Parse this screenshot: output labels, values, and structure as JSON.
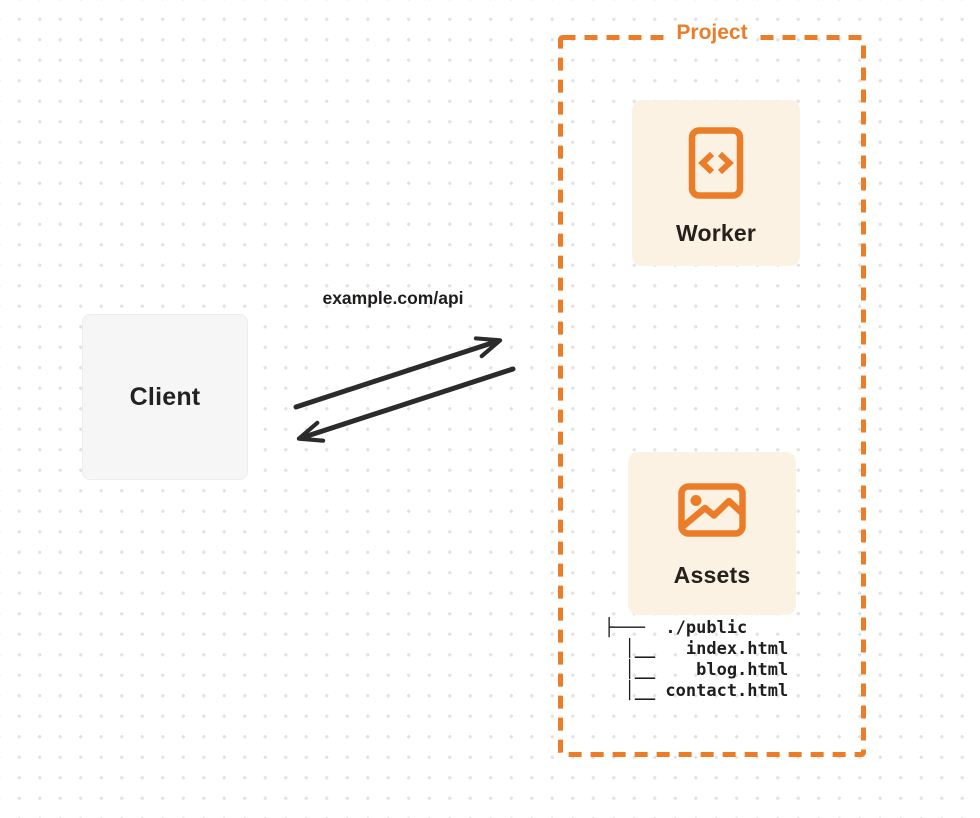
{
  "client": {
    "label": "Client"
  },
  "connection": {
    "label": "example.com/api"
  },
  "project": {
    "label": "Project",
    "worker": {
      "label": "Worker",
      "icon": "code-file-icon"
    },
    "assets": {
      "label": "Assets",
      "icon": "image-icon"
    },
    "file_tree": {
      "root": "./public",
      "files": [
        "index.html",
        "blog.html",
        "contact.html"
      ],
      "lines": [
        "├───  ./public",
        "  │__   index.html",
        "  │__    blog.html",
        "  │__ contact.html"
      ]
    }
  },
  "colors": {
    "accent": "#eb7d28",
    "node_card_bg": "#fcf2e4",
    "client_card_bg": "#f6f6f7",
    "arrow": "#2b2b2b",
    "text": "#26211c",
    "dot_grid": "#e3e3e3"
  }
}
